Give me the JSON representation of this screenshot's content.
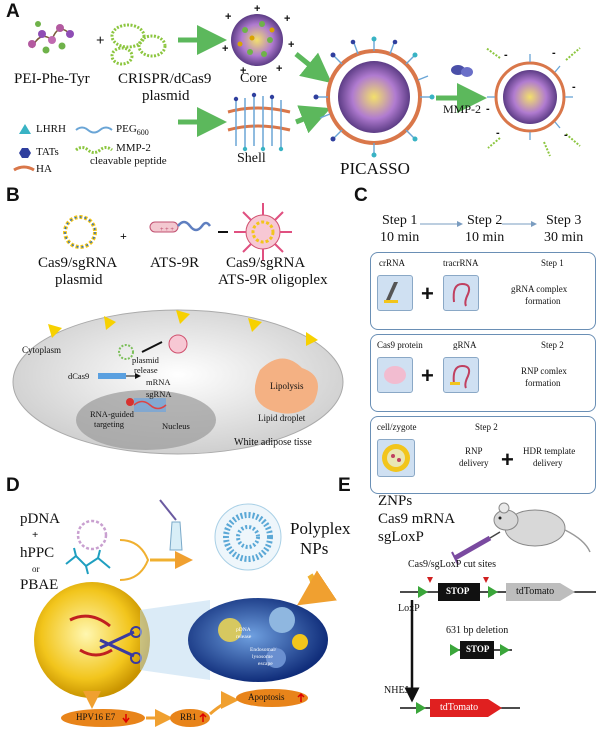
{
  "panelA": {
    "letter": "A",
    "pei": "PEI-Phe-Tyr",
    "plus": "+",
    "plasmid_line1": "CRISPR/dCas9",
    "plasmid_line2": "plasmid",
    "core": "Core",
    "shell": "Shell",
    "picasso": "PICASSO",
    "mmp2": "MMP-2",
    "legend": {
      "lhrh": "LHRH",
      "peg_base": "PEG",
      "peg_sub": "600",
      "tats": "TATs",
      "mmp_line1": "MMP-2",
      "mmp_line2": "cleavable peptide",
      "ha": "HA"
    }
  },
  "panelB": {
    "letter": "B",
    "plasmid_line1": "Cas9/sgRNA",
    "plasmid_line2": "plasmid",
    "ats": "ATS-9R",
    "oligo_line1": "Cas9/sgRNA",
    "oligo_line2": "ATS-9R oligoplex",
    "cytoplasm": "Cytoplasm",
    "plasmid_release_1": "plasmid",
    "plasmid_release_2": "release",
    "mrna": "mRNA",
    "dcas9": "dCas9",
    "sgrna": "sgRNA",
    "rna_guided_1": "RNA-guided",
    "rna_guided_2": "targeting",
    "nucleus": "Nucleus",
    "lipolysis": "Lipolysis",
    "lipid_droplet": "Lipid droplet",
    "wat": "White adipose tisse"
  },
  "panelC": {
    "letter": "C",
    "steps": [
      {
        "label": "Step 1",
        "time": "10 min"
      },
      {
        "label": "Step 2",
        "time": "10 min"
      },
      {
        "label": "Step 3",
        "time": "30 min"
      }
    ],
    "box1": {
      "left": "crRNA",
      "right": "tracrRNA",
      "step": "Step 1",
      "desc1": "gRNA complex",
      "desc2": "formation"
    },
    "box2": {
      "left": "Cas9 protein",
      "right": "gRNA",
      "step": "Step 2",
      "desc1": "RNP comlex",
      "desc2": "formation"
    },
    "box3": {
      "left": "cell/zygote",
      "step": "Step 2",
      "a1": "RNP",
      "a2": "delivery",
      "plus": "+",
      "b1": "HDR template",
      "b2": "delivery"
    }
  },
  "panelD": {
    "letter": "D",
    "pdna": "pDNA",
    "plus": "+",
    "hppc": "hPPC",
    "or": "or",
    "pbae": "PBAE",
    "polyplex_line1": "Polyplex",
    "polyplex_line2": "NPs",
    "hpv": "HPV16 E7",
    "rb1": "RB1",
    "apoptosis": "Apoptosis",
    "endo_1": "Endosomal/",
    "endo_2": "lysosome",
    "endo_3": "escape",
    "pdna_release_1": "pDNA",
    "pdna_release_2": "release"
  },
  "panelE": {
    "letter": "E",
    "znps": "ZNPs",
    "mrna": "Cas9 mRNA",
    "sgloxp": "sgLoxP",
    "cut_sites": "Cas9/sgLoxP cut sites",
    "stop": "STOP",
    "tdtomato": "tdTomato",
    "loxp": "LoxP",
    "deletion": "631 bp deletion",
    "stop2": "STOP",
    "nhej": "NHEJ",
    "tdtomato2": "tdTomato"
  },
  "colors": {
    "arrow_green": "#5cb85c",
    "box_border": "#6a8fb5",
    "tile_fill": "#cfe0f2",
    "stop_fill": "#111111",
    "loxp_green": "#3aa63a",
    "tdtomato_red": "#e02020",
    "tdtomato_grey": "#bdbdbd",
    "fat_orange": "#f4b183",
    "orange_oval": "#e8841a"
  }
}
